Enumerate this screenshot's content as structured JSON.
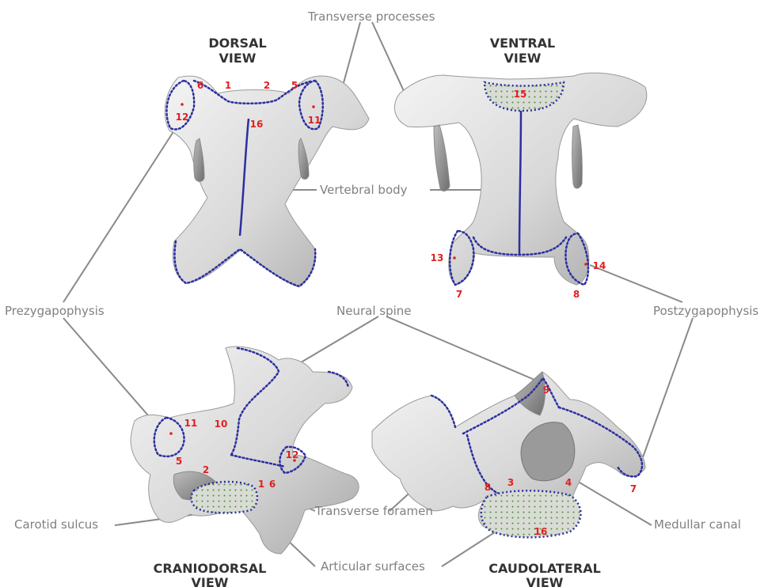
{
  "views": {
    "dorsal": [
      "DORSAL",
      "VIEW"
    ],
    "ventral": [
      "VENTRAL",
      "VIEW"
    ],
    "craniodorsal": [
      "CRANIODORSAL",
      "VIEW"
    ],
    "caudolateral": [
      "CAUDOLATERAL",
      "VIEW"
    ]
  },
  "annotations": {
    "transverse_processes": "Transverse processes",
    "vertebral_body": "Vertebral body",
    "prezygapophysis": "Prezygapophysis",
    "neural_spine": "Neural spine",
    "postzygapophysis": "Postzygapophysis",
    "carotid_sulcus": "Carotid sulcus",
    "transverse_foramen": "Transverse foramen",
    "medullar_canal": "Medullar canal",
    "articular_surfaces": "Articular surfaces"
  },
  "landmarks": {
    "dorsal": [
      "6",
      "1",
      "2",
      "5",
      "12",
      "11",
      "16"
    ],
    "ventral": [
      "15",
      "13",
      "14",
      "7",
      "8"
    ],
    "craniodorsal": [
      "11",
      "10",
      "5",
      "2",
      "12",
      "1",
      "6"
    ],
    "caudolateral": [
      "9",
      "8",
      "3",
      "4",
      "7",
      "16"
    ]
  },
  "colors": {
    "landmark": "#e02020",
    "curve": "#2b2fa0",
    "annotation": "#808080",
    "title": "#333333",
    "bone": "#dcdcdc"
  }
}
